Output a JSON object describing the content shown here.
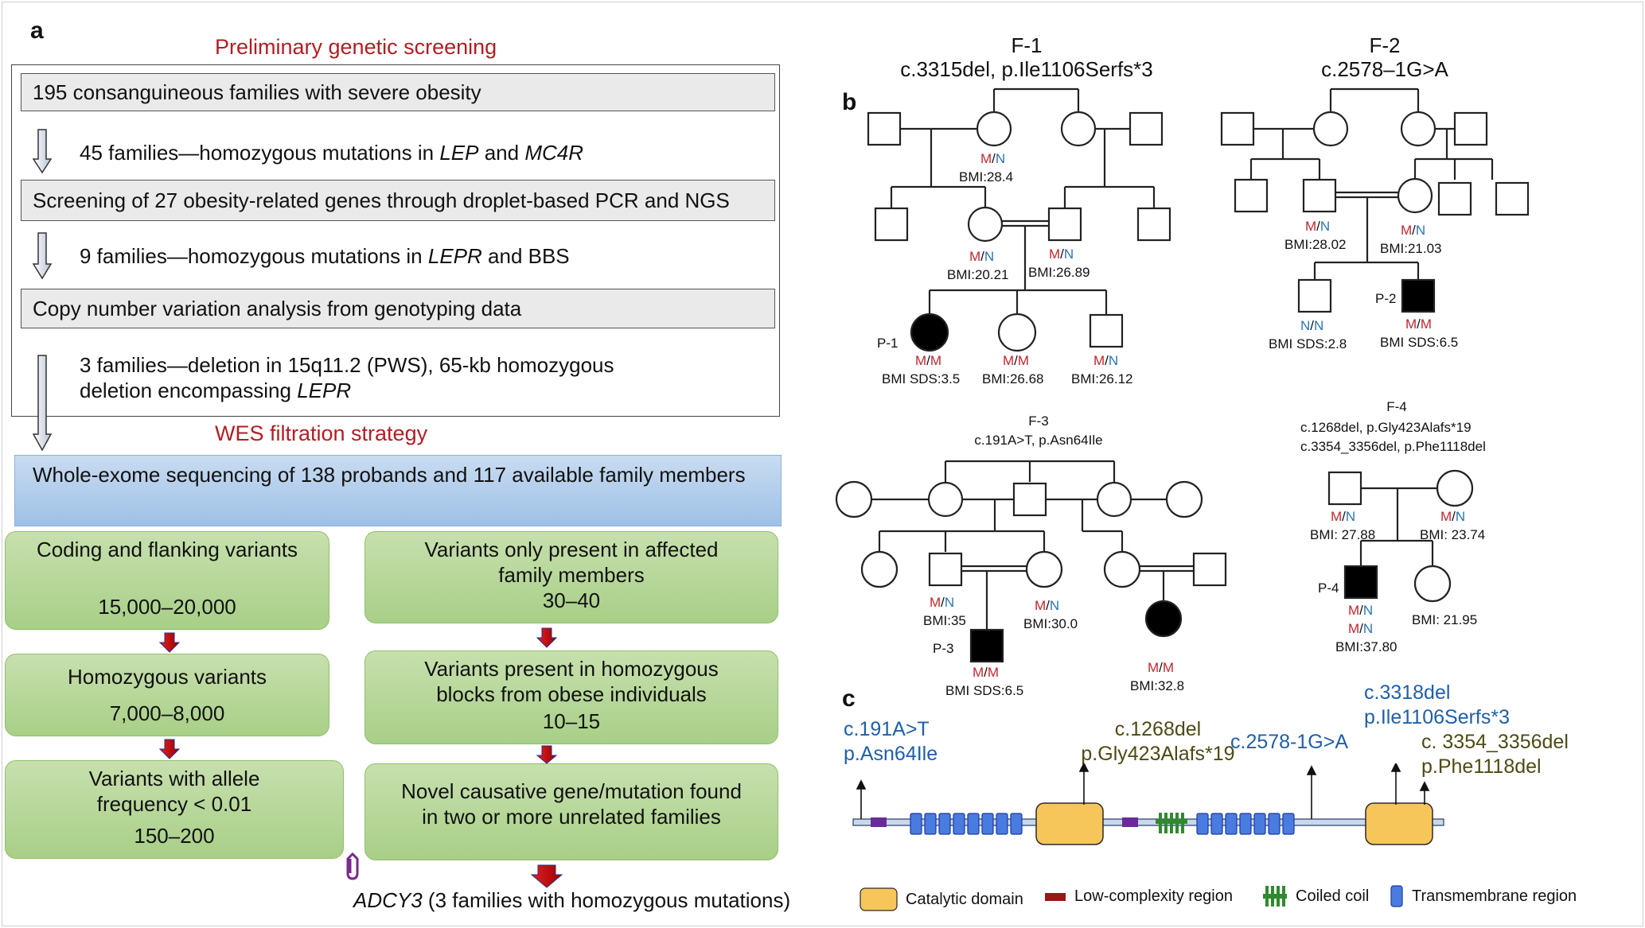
{
  "panel_a": {
    "letter": "a",
    "prelim_title": "Preliminary genetic screening",
    "step1": "195 consanguineous families with severe obesity",
    "filter1_pre": "45 families—homozygous mutations in ",
    "filter1_gene1": "LEP",
    "filter1_mid": " and ",
    "filter1_gene2": "MC4R",
    "step2": "Screening of 27 obesity-related genes through droplet-based PCR and NGS",
    "filter2_pre": "9 families—homozygous mutations in ",
    "filter2_gene": "LEPR",
    "filter2_post": " and BBS",
    "step3": "Copy number variation analysis from genotyping data",
    "filter3_line1": "3 families—deletion in 15q11.2 (PWS), 65-kb homozygous",
    "filter3_line2_pre": "deletion encompassing ",
    "filter3_gene": "LEPR",
    "wes_title": "WES filtration strategy",
    "wes_box": "Whole-exome sequencing of 138 probands and 117 available family members",
    "boxes": {
      "b1": {
        "text": "Coding and flanking variants",
        "value": "15,000–20,000"
      },
      "b2": {
        "text": "Homozygous variants",
        "value": "7,000–8,000"
      },
      "b3": {
        "text": "Variants with allele frequency < 0.01",
        "value": "150–200"
      },
      "b4": {
        "text": "Variants only present in affected family members",
        "value": "30–40"
      },
      "b5": {
        "text": "Variants present in homozygous blocks from obese individuals",
        "value": "10–15"
      },
      "b6": {
        "text": "Novel causative gene/mutation found in two or more unrelated families"
      }
    },
    "result_gene": "ADCY3",
    "result_rest": " (3 families with homozygous mutations)"
  },
  "panel_b": {
    "letter": "b",
    "f1": {
      "name": "F-1",
      "mutation": "c.3315del, p.Ile1106Serfs*3",
      "grandmother": {
        "g1": "M",
        "g2": "N",
        "bmi": "BMI:28.4"
      },
      "mother": {
        "g1": "M",
        "g2": "N",
        "bmi": "BMI:20.21"
      },
      "father": {
        "g1": "M",
        "g2": "N",
        "bmi": "BMI:26.89"
      },
      "proband": {
        "id": "P-1",
        "g1": "M",
        "g2": "M",
        "bmi": "BMI SDS:3.5"
      },
      "sib1": {
        "g1": "M",
        "g2": "M",
        "bmi": "BMI:26.68"
      },
      "sib2": {
        "g1": "M",
        "g2": "N",
        "bmi": "BMI:26.12"
      }
    },
    "f2": {
      "name": "F-2",
      "mutation": "c.2578–1G>A",
      "father": {
        "g1": "M",
        "g2": "N",
        "bmi": "BMI:28.02"
      },
      "mother": {
        "g1": "M",
        "g2": "N",
        "bmi": "BMI:21.03"
      },
      "sib": {
        "g1": "N",
        "g2": "N",
        "bmi": "BMI SDS:2.8"
      },
      "proband": {
        "id": "P-2",
        "g1": "M",
        "g2": "M",
        "bmi": "BMI SDS:6.5"
      }
    },
    "f3": {
      "name": "F-3",
      "mutation": "c.191A>T, p.Asn64Ile",
      "father": {
        "g1": "M",
        "g2": "N",
        "bmi": "BMI:35"
      },
      "mother": {
        "g1": "M",
        "g2": "N",
        "bmi": "BMI:30.0"
      },
      "proband": {
        "id": "P-3",
        "g1": "M",
        "g2": "M",
        "bmi": "BMI SDS:6.5"
      },
      "cousin": {
        "g1": "M",
        "g2": "M",
        "bmi": "BMI:32.8"
      }
    },
    "f4": {
      "name": "F-4",
      "mutation1": "c.1268del, p.Gly423Alafs*19",
      "mutation2": "c.3354_3356del, p.Phe1118del",
      "father": {
        "g1": "M",
        "g2": "N",
        "bmi": "BMI: 27.88"
      },
      "mother": {
        "g1": "M",
        "g2": "N",
        "bmi": "BMI: 23.74"
      },
      "proband": {
        "id": "P-4",
        "g1a": "M",
        "g2a": "N",
        "g1b": "M",
        "g2b": "N",
        "bmi": "BMI:37.80"
      },
      "sib": {
        "bmi": "BMI: 21.95"
      }
    }
  },
  "panel_c": {
    "letter": "c",
    "m1": {
      "line1": "c.191A>T",
      "line2": "p.Asn64Ile"
    },
    "m2": {
      "line1": "c.1268del",
      "line2": "p.Gly423Alafs*19"
    },
    "m3": {
      "line1": "c.2578-1G>A"
    },
    "m4": {
      "line1": "c.3318del",
      "line2": "p.Ile1106Serfs*3"
    },
    "m5": {
      "line1": "c. 3354_3356del",
      "line2": "p.Phe1118del"
    },
    "legend": {
      "catalytic": "Catalytic domain",
      "lowcomplex": "Low-complexity region",
      "coiled": "Coiled coil",
      "tm": "Transmembrane region"
    }
  },
  "colors": {
    "title_red": "#b01e23",
    "genotype_m": "#c0262c",
    "genotype_n": "#2a74b3",
    "box_green": "#b5d799",
    "wes_blue": "#a9c8ea",
    "catalytic": "#f7c65a",
    "lowcomplex_red": "#9a1818",
    "lowcomplex_purple": "#6a2a9a",
    "coiled": "#2f8a2f",
    "tm": "#3d6fd0",
    "mut_blue": "#1f5fa8",
    "mut_olive": "#4e4a14"
  }
}
